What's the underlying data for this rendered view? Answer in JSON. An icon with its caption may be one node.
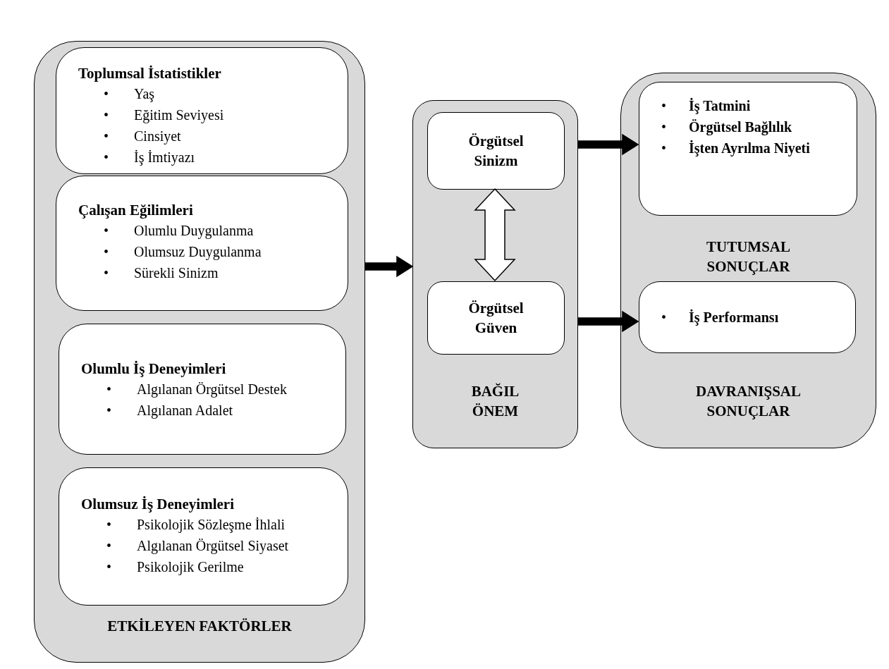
{
  "diagram": {
    "nodes": [
      {
        "text": [
          "ETKİLEYEN FAKTÖRLER"
        ]
      },
      {
        "text": [
          "Toplumsal İstatistikler",
          "•",
          "Yaş",
          "•",
          "Eğitim Seviyesi",
          "•",
          "Cinsiyet",
          "•",
          "İş İmtiyazı"
        ],
        "in": 0
      },
      {
        "text": [
          "Çalışan Eğilimleri",
          "•",
          "Olumlu Duygulanma",
          "•",
          "Olumsuz Duygulanma",
          "•",
          "Sürekli Sinizm"
        ],
        "in": 0
      },
      {
        "text": [
          "Olumlu İş Deneyimleri",
          "•",
          "Algılanan Örgütsel Destek",
          "•",
          "Algılanan Adalet"
        ],
        "in": 0
      },
      {
        "text": [
          "Olumsuz İş Deneyimleri",
          "•",
          "Psikolojik Sözleşme İhlali",
          "•",
          "Algılanan Örgütsel Siyaset",
          "•",
          "Psikolojik Gerilme"
        ],
        "in": 0
      },
      {
        "text": [
          "BAĞIL ÖNEM"
        ]
      },
      {
        "text": [
          "Örgütsel Sinizm"
        ],
        "in": 5
      },
      {
        "text": [
          "Örgütsel Güven"
        ],
        "in": 5
      },
      {
        "text": [
          "TUTUMSAL SONUÇLAR",
          "DAVRANIŞSAL SONUÇLAR"
        ]
      },
      {
        "text": [
          "•",
          "İş Tatmini",
          "•",
          "Örgütsel Bağlılık",
          "•",
          "İşten Ayrılma Niyeti"
        ],
        "in": 8
      },
      {
        "text": [
          "•",
          "İş Performansı"
        ],
        "in": 8
      }
    ],
    "edges": [
      {
        "from": 0,
        "to": 5,
        "arrow": "to",
        "style": "thick"
      },
      {
        "from": 6,
        "to": 7,
        "arrow": "both"
      },
      {
        "from": 5,
        "to": 9,
        "arrow": "to",
        "style": "thick"
      },
      {
        "from": 5,
        "to": 10,
        "arrow": "to",
        "style": "thick"
      }
    ]
  }
}
